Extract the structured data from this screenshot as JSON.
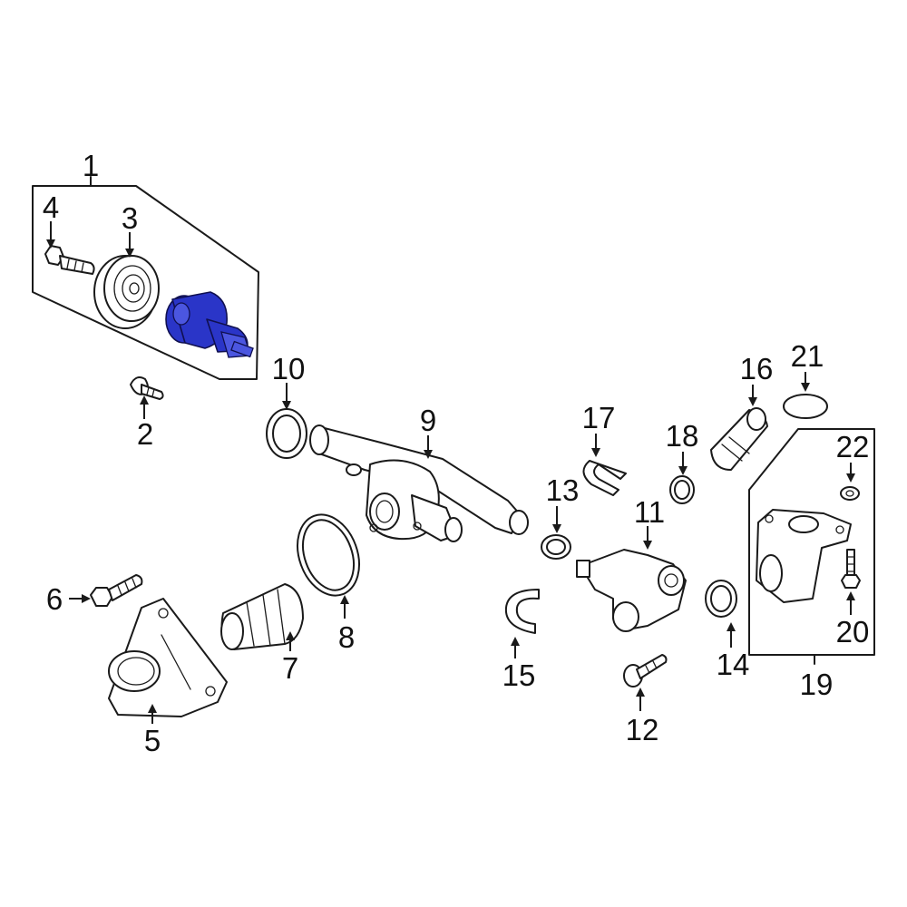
{
  "diagram": {
    "highlight_color": "#2a35c8",
    "callouts": [
      {
        "id": "1",
        "label": "1"
      },
      {
        "id": "2",
        "label": "2"
      },
      {
        "id": "3",
        "label": "3"
      },
      {
        "id": "4",
        "label": "4"
      },
      {
        "id": "5",
        "label": "5"
      },
      {
        "id": "6",
        "label": "6"
      },
      {
        "id": "7",
        "label": "7"
      },
      {
        "id": "8",
        "label": "8"
      },
      {
        "id": "9",
        "label": "9"
      },
      {
        "id": "10",
        "label": "10"
      },
      {
        "id": "11",
        "label": "11"
      },
      {
        "id": "12",
        "label": "12"
      },
      {
        "id": "13",
        "label": "13"
      },
      {
        "id": "14",
        "label": "14"
      },
      {
        "id": "15",
        "label": "15"
      },
      {
        "id": "16",
        "label": "16"
      },
      {
        "id": "17",
        "label": "17"
      },
      {
        "id": "18",
        "label": "18"
      },
      {
        "id": "19",
        "label": "19"
      },
      {
        "id": "20",
        "label": "20"
      },
      {
        "id": "21",
        "label": "21"
      },
      {
        "id": "22",
        "label": "22"
      }
    ]
  }
}
